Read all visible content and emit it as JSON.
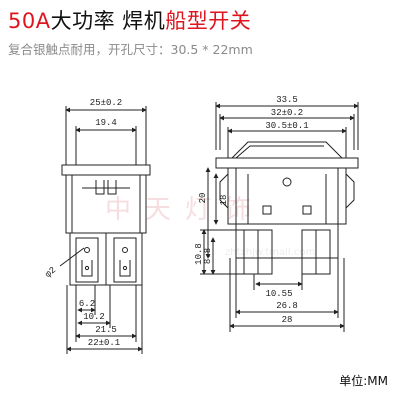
{
  "header": {
    "title_part1": "50A",
    "title_part2": "大功率 焊机",
    "title_part3": "船型开关",
    "subtitle": "复合银触点耐用，开孔尺寸：30.5 * 22mm",
    "colors": {
      "red": "#e0141e",
      "black": "#111111",
      "gray": "#8a8a8a"
    }
  },
  "dimensions": {
    "left_top_width": "25±0.2",
    "left_inner_width": "19.4",
    "left_diameter": "φ2",
    "left_pin_pitch_small": "6.2",
    "left_pin_pitch_mid": "10.2",
    "left_pin_span": "21.5",
    "left_bottom_width": "22±0.1",
    "right_overall_width": "33.5",
    "right_bezel_width": "32±0.2",
    "right_cutout_width": "30.5±0.1",
    "right_height_upper": "20",
    "right_height_lower": "18",
    "right_terminal_height_a": "10.8",
    "right_terminal_height_b": "8.8",
    "right_terminal_span": "10.55",
    "right_body_width": "26.8",
    "right_base_width": "28"
  },
  "watermark": {
    "cn": "中天灯饰",
    "en": "zhtzhjw.tmall.com"
  },
  "footer": {
    "unit_label": "单位:MM"
  }
}
